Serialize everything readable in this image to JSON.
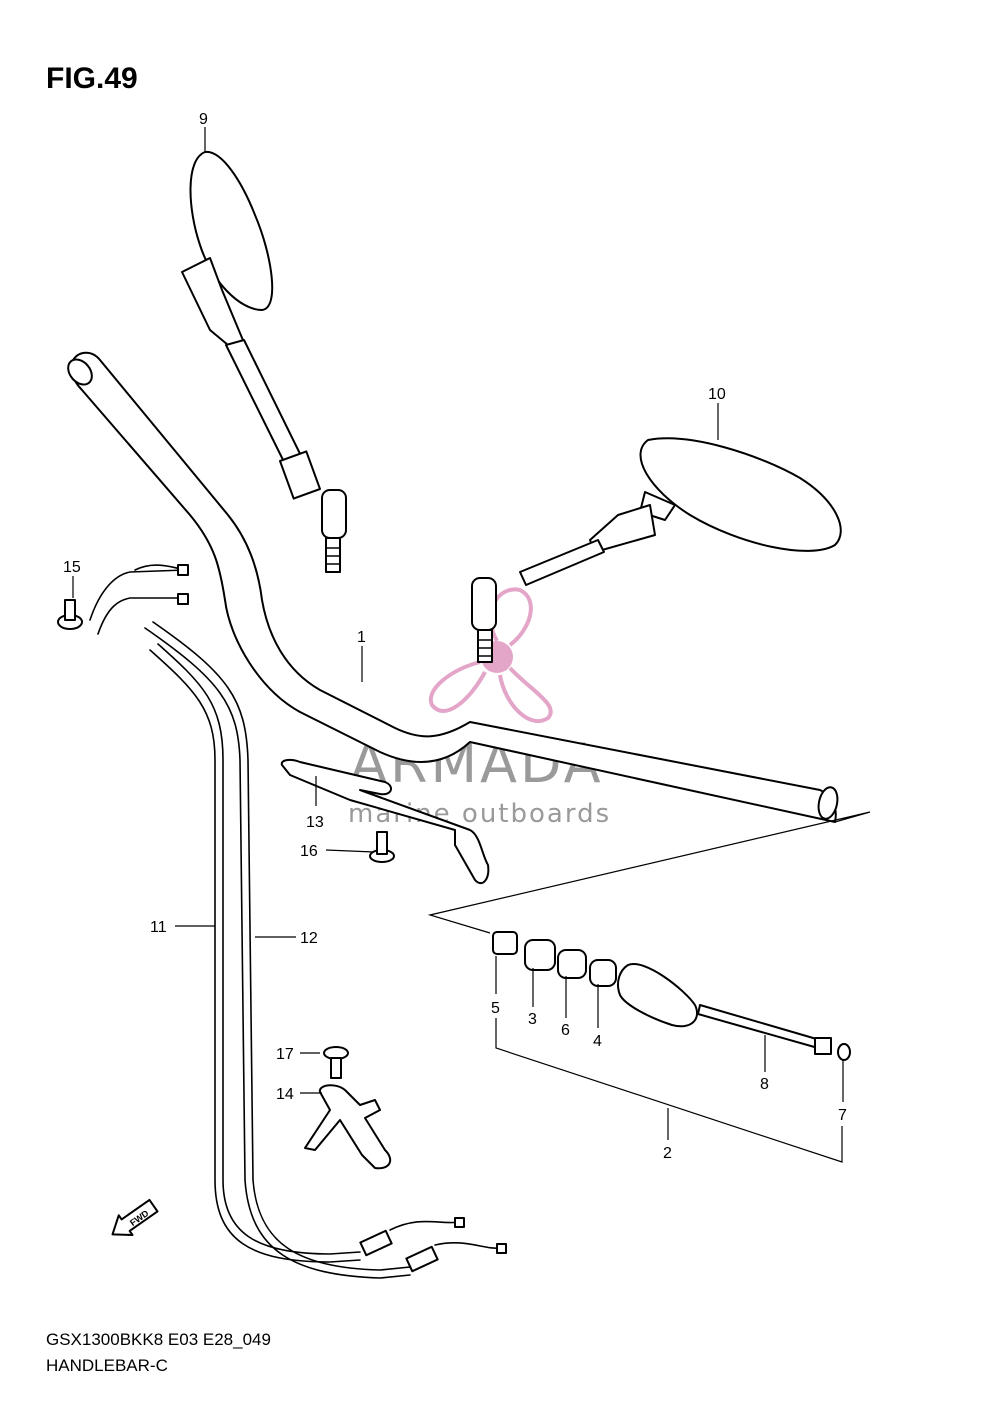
{
  "figure": {
    "title": "FIG.49",
    "model_code": "GSX1300BKK8 E03 E28_049",
    "section_name": "HANDLEBAR-C"
  },
  "watermark": {
    "brand": "ARMADA",
    "tagline": "marine outboards",
    "color": "#e4a6c8"
  },
  "callouts": {
    "c1": "1",
    "c2": "2",
    "c3": "3",
    "c4": "4",
    "c5": "5",
    "c6": "6",
    "c7": "7",
    "c8": "8",
    "c9": "9",
    "c10": "10",
    "c11": "11",
    "c12": "12",
    "c13": "13",
    "c14": "14",
    "c15": "15",
    "c16": "16",
    "c17": "17"
  },
  "fwd_marker": {
    "label": "FWD",
    "icon": "fwd-arrow-icon"
  }
}
